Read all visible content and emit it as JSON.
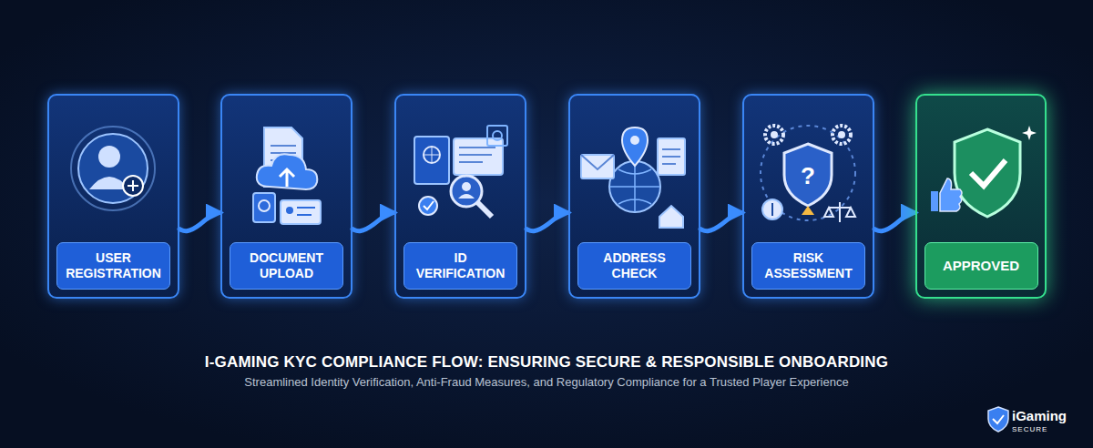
{
  "diagram": {
    "title": "I-GAMING KYC COMPLIANCE FLOW: ENSURING SECURE & RESPONSIBLE ONBOARDING",
    "caption": "Streamlined Identity Verification, Anti-Fraud Measures, and Regulatory Compliance for a Trusted Player Experience",
    "nodes": [
      {
        "text": [
          "USER REGISTRATION"
        ]
      },
      {
        "text": [
          "DOCUMENT UPLOAD"
        ]
      },
      {
        "text": [
          "ID VERIFICATION"
        ]
      },
      {
        "text": [
          "ADDRESS CHECK"
        ]
      },
      {
        "text": [
          "RISK ASSESSMENT"
        ]
      },
      {
        "text": [
          "APPROVED"
        ]
      }
    ],
    "edges": [
      {
        "from": 0,
        "to": 1,
        "arrow": "to"
      },
      {
        "from": 1,
        "to": 2,
        "arrow": "to"
      },
      {
        "from": 2,
        "to": 3,
        "arrow": "to"
      },
      {
        "from": 3,
        "to": 4,
        "arrow": "to"
      },
      {
        "from": 4,
        "to": 5,
        "arrow": "to"
      }
    ],
    "labels": [
      "iGaming",
      "SECURE"
    ]
  }
}
